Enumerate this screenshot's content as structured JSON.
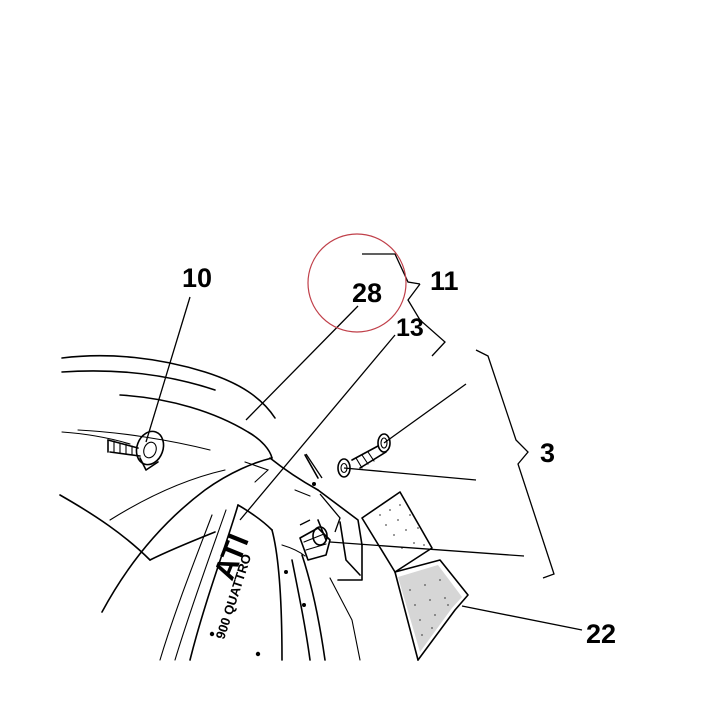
{
  "labels": {
    "part_10": "10",
    "part_11": "11",
    "part_28": "28",
    "part_13": "13",
    "part_3": "3",
    "part_22": "22"
  },
  "fairing_lettering": {
    "brand_partial": "ATI",
    "model_partial": "900 QUATTRO"
  },
  "highlight_color": "#c0404a",
  "ink_color": "#000000"
}
